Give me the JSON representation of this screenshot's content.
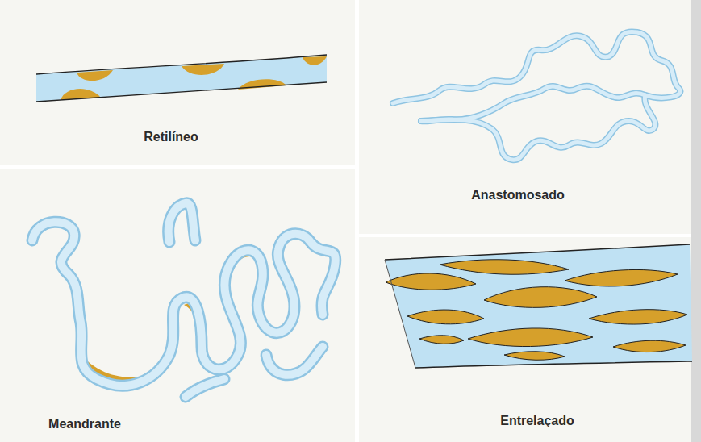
{
  "diagram": {
    "labels": [
      "Retilíneo",
      "Anastomosado",
      "Meandrante",
      "Entrelaçado"
    ]
  }
}
